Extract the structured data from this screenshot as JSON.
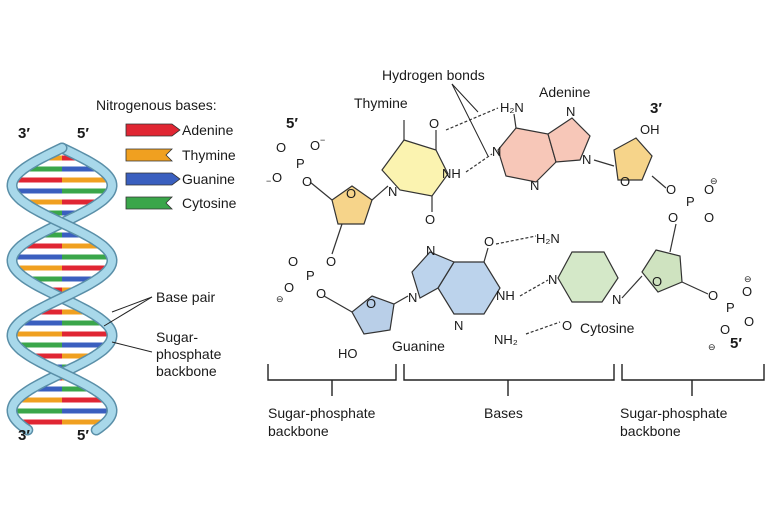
{
  "legend": {
    "title": "Nitrogenous bases:",
    "items": [
      {
        "label": "Adenine",
        "color": "#e02633"
      },
      {
        "label": "Thymine",
        "color": "#f0a020"
      },
      {
        "label": "Guanine",
        "color": "#3a5fbf"
      },
      {
        "label": "Cytosine",
        "color": "#3aa64a"
      }
    ]
  },
  "helix": {
    "top_left": "3′",
    "top_right": "5′",
    "bottom_left": "3′",
    "bottom_right": "5′",
    "base_pair_label": "Base pair",
    "backbone_label_1": "Sugar-",
    "backbone_label_2": "phosphate",
    "backbone_label_3": "backbone",
    "strand_color": "#a8d8ea"
  },
  "structure": {
    "hydrogen_bonds": "Hydrogen bonds",
    "thymine": "Thymine",
    "adenine": "Adenine",
    "guanine": "Guanine",
    "cytosine": "Cytosine",
    "end_top_left": "5′",
    "end_top_right": "3′",
    "end_bottom_right": "5′",
    "atoms": {
      "o": "O",
      "p": "P",
      "n": "N",
      "nh": "NH",
      "h2n": "H₂N",
      "nh2": "NH₂",
      "oh": "OH",
      "ho": "HO",
      "minus": "−",
      "ominus": "⊖"
    },
    "colors": {
      "thymine_fill": "#fbf3b0",
      "adenine_fill": "#f7c7b8",
      "guanine_fill": "#bcd3ec",
      "cytosine_fill": "#d4e8c8",
      "sugar_fill": "#f6d48a",
      "sugar_fill_blue": "#b9cfe8",
      "sugar_fill_green": "#cfe3c0"
    }
  },
  "brackets": {
    "left": {
      "line1": "Sugar-phosphate",
      "line2": "backbone"
    },
    "middle": "Bases",
    "right": {
      "line1": "Sugar-phosphate",
      "line2": "backbone"
    }
  }
}
